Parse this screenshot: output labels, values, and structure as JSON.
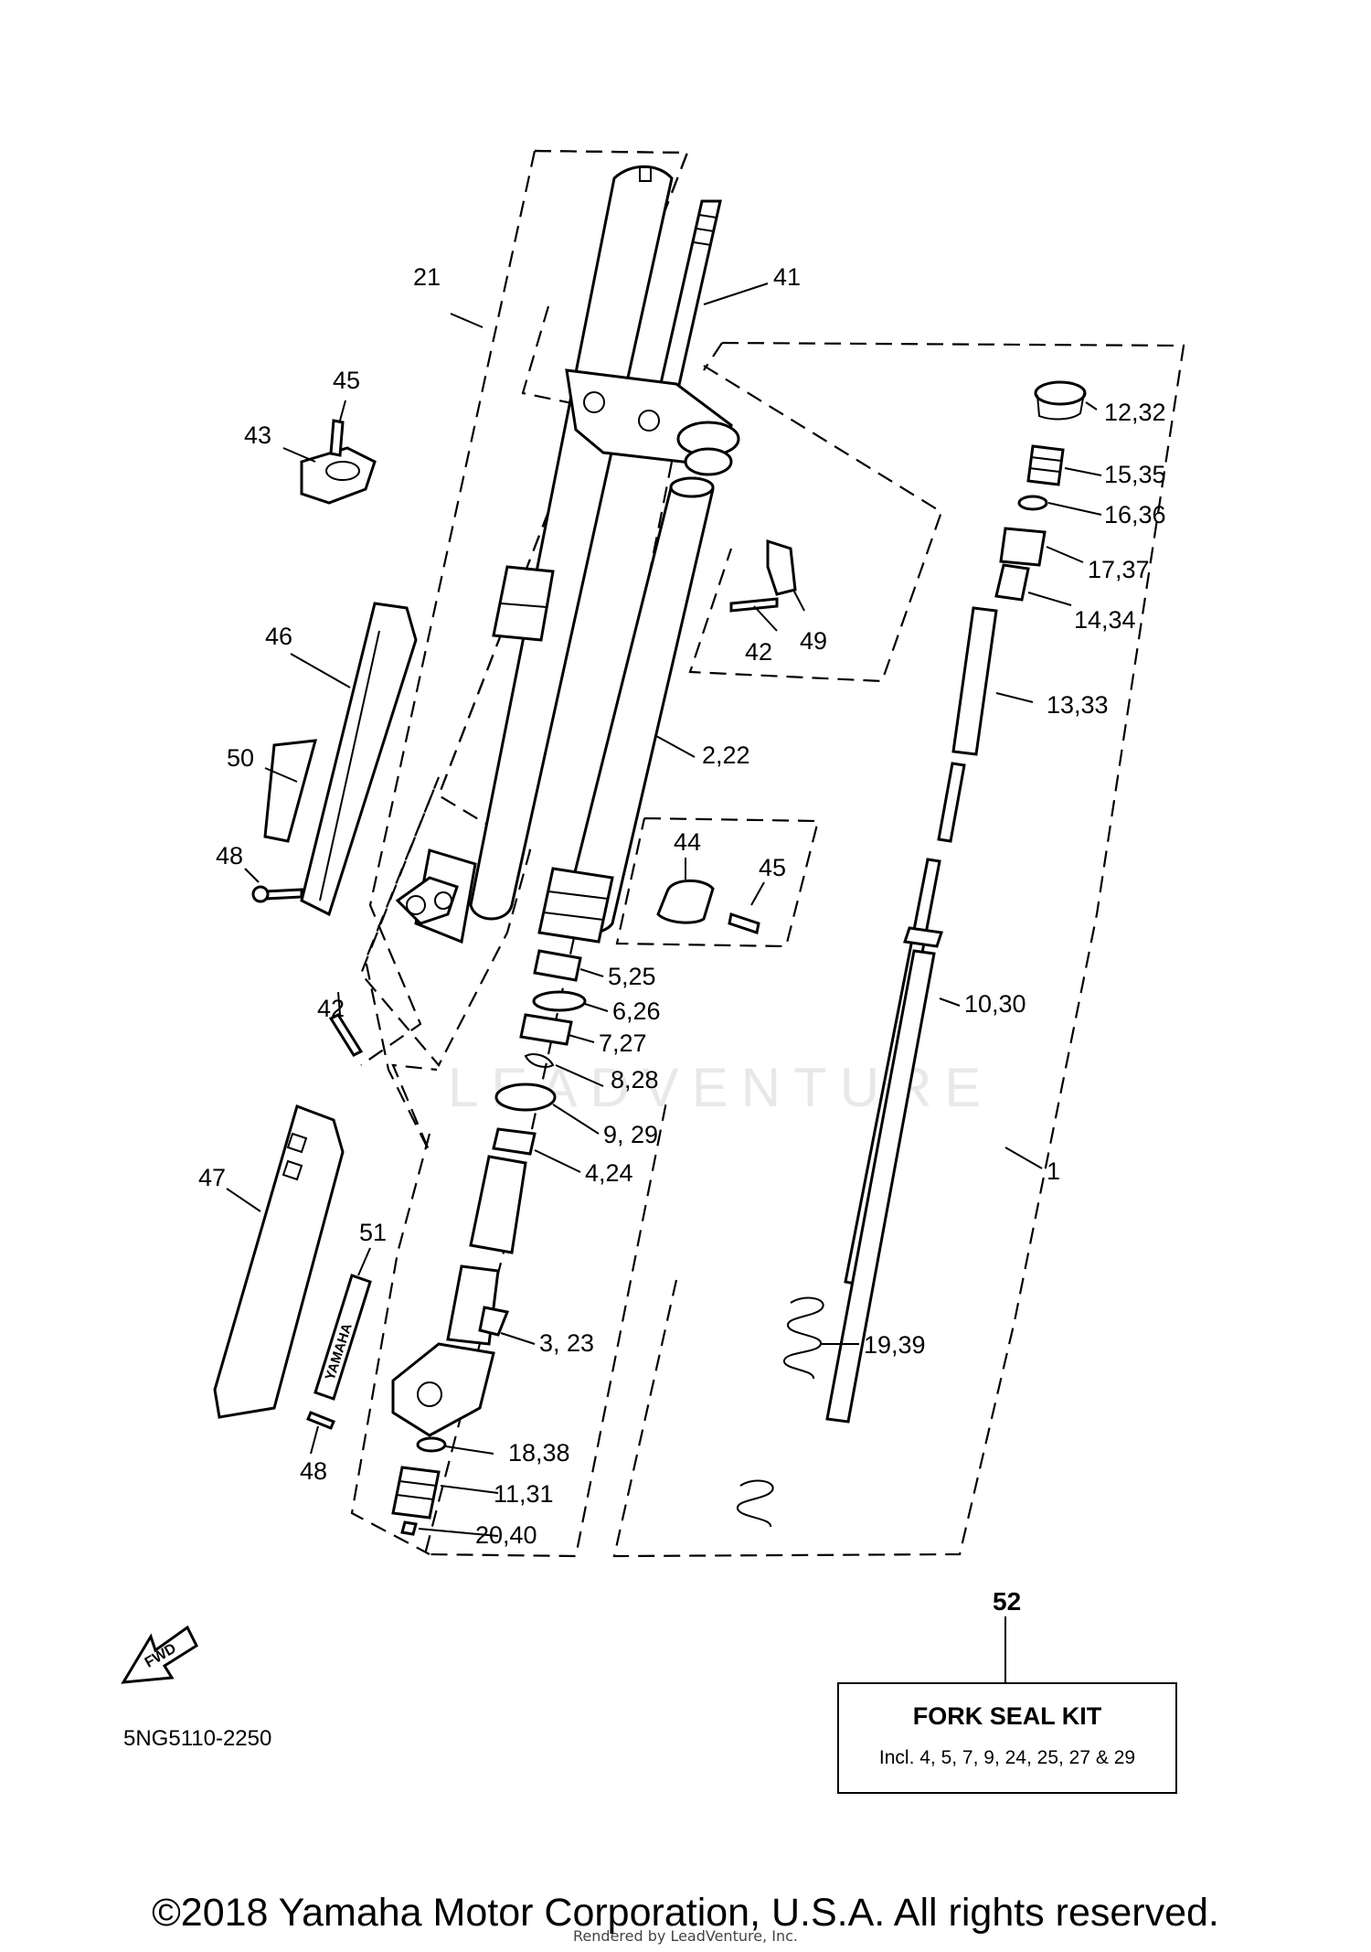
{
  "labels": {
    "l21": "21",
    "l41": "41",
    "l45a": "45",
    "l43": "43",
    "l12": "12,32",
    "l15": "15,35",
    "l16": "16,36",
    "l17": "17,37",
    "l14": "14,34",
    "l42a": "42",
    "l49": "49",
    "l13": "13,33",
    "l46": "46",
    "l2": "2,22",
    "l50": "50",
    "l44": "44",
    "l45b": "45",
    "l48a": "48",
    "l5": "5,25",
    "l10": "10,30",
    "l42b": "42",
    "l6": "6,26",
    "l7": "7,27",
    "l8": "8,28",
    "l9": "9, 29",
    "l4": "4,24",
    "l1": "1",
    "l47": "47",
    "l51": "51",
    "l3": "3, 23",
    "l19": "19,39",
    "l18": "18,38",
    "l48b": "48",
    "l11": "11,31",
    "l20": "20,40"
  },
  "decal_text": "YAMAHA",
  "fwd_text": "FWD",
  "kit": {
    "number": "52",
    "title": "FORK SEAL KIT",
    "includes": "Incl. 4, 5, 7, 9,  24, 25, 27 & 29"
  },
  "diagram_code": "5NG5110-2250",
  "watermark": "LEADVENTURE",
  "copyright": "©2018 Yamaha Motor Corporation, U.S.A. All rights reserved.",
  "rendered_by": "Rendered by LeadVenture, Inc."
}
